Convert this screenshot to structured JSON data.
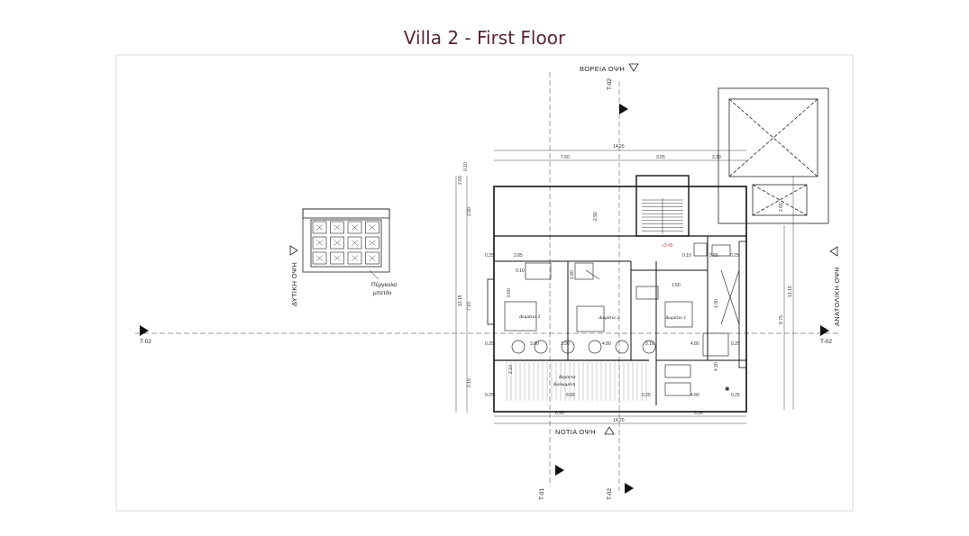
{
  "title": "Villa 2 - First Floor",
  "elevations": {
    "north": "ΒΟΡΕΙΑ ΟΨΗ",
    "south": "ΝΟΤΙΑ ΟΨΗ",
    "west": "ΔΥΤΙΚΗ ΟΨΗ",
    "east": "ΑΝΑΤΟΛΙΚΗ ΟΨΗ"
  },
  "sections": {
    "t02_top": "T-02",
    "t02_left": "T-02",
    "t02_right": "T-02",
    "t01_bottom": "T-01",
    "t02_bottom": "T-02"
  },
  "pergola_note": [
    "Πέργκολα",
    "μπετόν"
  ],
  "rooms": {
    "bed3": "Δωμάτιο 3",
    "bed2": "Δωμάτιο 2",
    "bed1": "Δωμάτιο 1",
    "veranda": [
      "Βεράντα",
      "Καλυμμένη"
    ]
  },
  "level_mark": "+3.45",
  "dims": {
    "top_total": "14.20",
    "top_a": "7.60",
    "top_b": "3.05",
    "top_c": "3.30",
    "bottom_total": "14.20",
    "bottom_a": "8.90",
    "bottom_b": "5.30",
    "left_total": "13.15",
    "left_a": "2.90",
    "left_b": "7.10",
    "left_c": "2.15",
    "right_total": "13.15",
    "right_a": "9.75",
    "top_small_a": "2.65",
    "top_small_b": "0.10",
    "right_small": "2.65",
    "inner_290": "2.90",
    "inner_025a": "0.25",
    "inner_025b": "0.25",
    "inner_025c": "0.25",
    "inner_025d": "0.25",
    "inner_285": "2.85",
    "inner_010a": "0.10",
    "inner_010b": "0.10",
    "inner_010c": "0.10",
    "inner_150": "1.50",
    "inner_480a": "4.80",
    "inner_480b": "4.80",
    "inner_480c": "4.80",
    "inner_380": "3.80",
    "inner_330": "3.30",
    "inner_865": "8.65",
    "inner_025e": "0.25",
    "inner_210": "2.10",
    "inner_180": "1.80",
    "inner_060": "0.60",
    "inner_265": "2.65",
    "inner_100": "1.00",
    "inner_430": "4.30",
    "inner_025f": "0.25",
    "inner_025g": "0.25"
  }
}
